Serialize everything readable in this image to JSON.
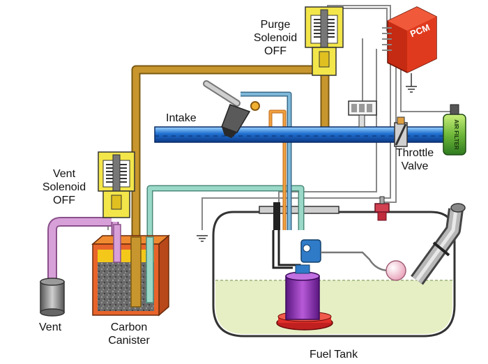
{
  "labels": {
    "purge": [
      "Purge",
      "Solenoid",
      "OFF"
    ],
    "vent": [
      "Vent",
      "Solenoid",
      "OFF"
    ],
    "intake": "Intake",
    "throttle": [
      "Throttle",
      "Valve"
    ],
    "vent_pipe": "Vent",
    "canister": [
      "Carbon",
      "Canister"
    ],
    "fuel_tank": "Fuel Tank",
    "pcm": "PCM",
    "air_filter": "AIR FILTER"
  },
  "colors": {
    "purge_line": "#c8962e",
    "vent_line": "#d8a0d8",
    "return_line": "#9ad8c8",
    "blue_line": "#7fb8d8",
    "intake": "#1f6fd0",
    "pcm": "#e03a1e",
    "fuel": "#e6efc4",
    "solenoid": "#f3e64a",
    "pump": "#8a2aa8",
    "pump_base": "#e0302a",
    "float": "#f3c3cf"
  }
}
